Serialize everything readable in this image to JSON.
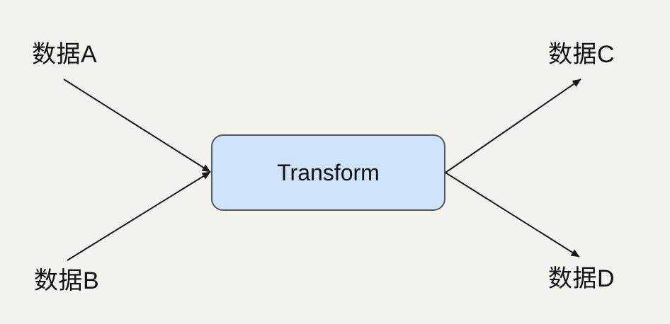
{
  "diagram": {
    "nodes": {
      "input_a": {
        "label": "数据A"
      },
      "input_b": {
        "label": "数据B"
      },
      "transform": {
        "label": "Transform"
      },
      "output_c": {
        "label": "数据C"
      },
      "output_d": {
        "label": "数据D"
      }
    },
    "edges": [
      {
        "from": "input_a",
        "to": "transform"
      },
      {
        "from": "input_b",
        "to": "transform"
      },
      {
        "from": "transform",
        "to": "output_c"
      },
      {
        "from": "transform",
        "to": "output_d"
      }
    ],
    "colors": {
      "background": "#f4f2ed",
      "box_fill": "#cfe4fb",
      "box_border": "#54575c",
      "arrow": "#17191b",
      "text": "#111111"
    }
  }
}
